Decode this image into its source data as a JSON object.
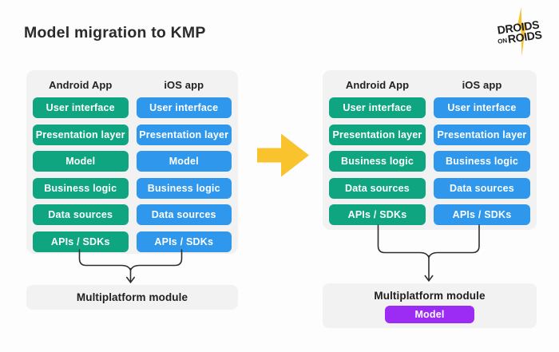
{
  "title": "Model migration to KMP",
  "logo": {
    "name": "Droids On Roids",
    "line1": "DROIDS",
    "line2_prefix": "ON",
    "line2": "ROIDS"
  },
  "colors": {
    "android_green": "#10a581",
    "ios_blue": "#2f97ec",
    "kmp_purple": "#9c2bf3",
    "arrow_yellow": "#f8c32d",
    "panel_gray": "#f2f2f3",
    "connector_dark": "#2e2e2e"
  },
  "before": {
    "android": {
      "header": "Android App",
      "layers": [
        "User interface",
        "Presentation layer",
        "Model",
        "Business logic",
        "Data sources",
        "APIs / SDKs"
      ]
    },
    "ios": {
      "header": "iOS app",
      "layers": [
        "User interface",
        "Presentation layer",
        "Model",
        "Business logic",
        "Data sources",
        "APIs / SDKs"
      ]
    },
    "module": {
      "label": "Multiplatform module"
    }
  },
  "after": {
    "android": {
      "header": "Android App",
      "layers": [
        "User interface",
        "Presentation layer",
        "Business logic",
        "Data sources",
        "APIs / SDKs"
      ]
    },
    "ios": {
      "header": "iOS app",
      "layers": [
        "User interface",
        "Presentation layer",
        "Business logic",
        "Data sources",
        "APIs / SDKs"
      ]
    },
    "module": {
      "label": "Multiplatform module",
      "chip": "Model"
    }
  }
}
